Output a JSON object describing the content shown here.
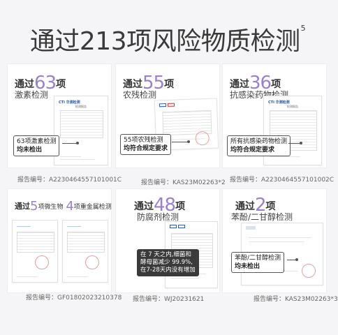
{
  "header": {
    "title": "通过213项风险物质检测",
    "footnote": "5"
  },
  "cards": [
    {
      "id": "hormone",
      "pre": "通过",
      "count": "63",
      "post": "项",
      "subtitle": "激素检测",
      "callout_line1": "63项激素检测",
      "callout_line2": "均未检出",
      "doc_logo": "CTI 华测检测",
      "doc_title": "检测报告",
      "report": "报告编号：A2230464557101001C"
    },
    {
      "id": "pesticide",
      "pre": "通过",
      "count": "55",
      "post": "项",
      "subtitle": "农残检测",
      "callout_line1": "55项农残检测",
      "callout_line2": "均符合规定要求",
      "report": "报告编号：KAS23M02263*2"
    },
    {
      "id": "antiviral",
      "pre": "通过",
      "count": "36",
      "post": "项",
      "subtitle": "抗感染药物检测",
      "callout_line1": "所有抗感染药物检测",
      "callout_line2": "均符合规定要求",
      "doc_logo": "CTI 华测检测",
      "doc_title": "检测报告",
      "report": "报告编号：A2230464557101002C"
    },
    {
      "id": "microbe",
      "pre": "通过",
      "count": "5",
      "mid": "项微生物",
      "count2": "4",
      "post": "项重金属检测",
      "report": "报告编号：GF01802023210378"
    },
    {
      "id": "preservative",
      "pre": "通过",
      "count": "48",
      "post": "项",
      "subtitle": "防腐剂检测",
      "callout_line1": "在 7 天之内,细菌和",
      "callout_line2": "酵母菌减少 99.9%,",
      "callout_line3": "在7-28天内没有增加",
      "report": "报告编号：WJ20231621"
    },
    {
      "id": "phenoxy",
      "pre": "通过",
      "count": "2",
      "post": "项",
      "subtitle": "苯酚/二甘醇检测",
      "callout_line1": "苯酚/二甘醇检测",
      "callout_line2": "均未检出",
      "report": "报告编号：KAS23M02263*3"
    }
  ]
}
